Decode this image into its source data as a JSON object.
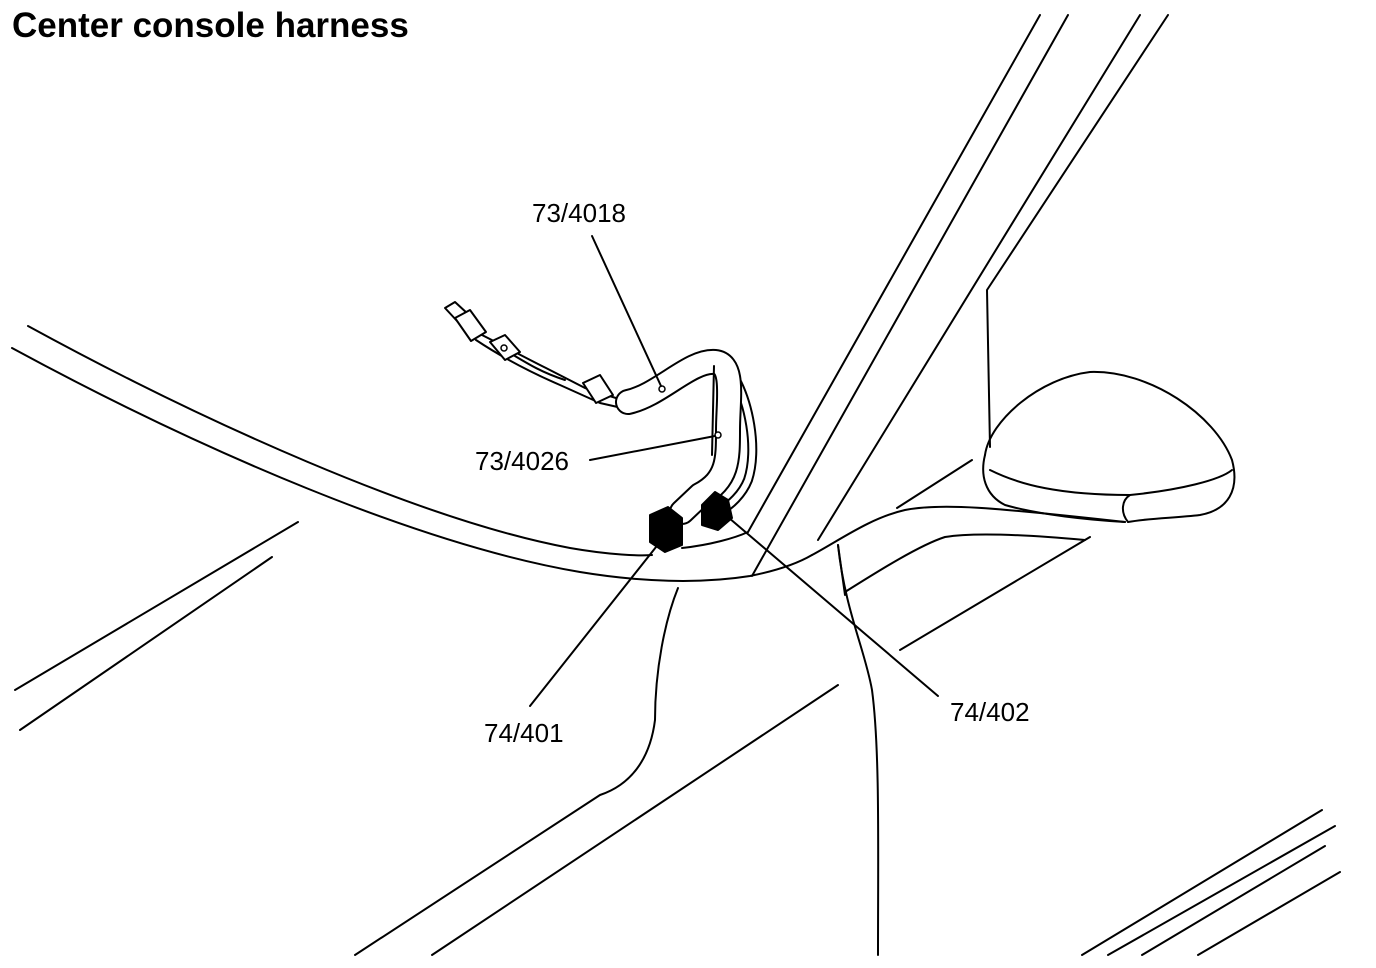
{
  "title": "Center console harness",
  "callouts": [
    {
      "label": "73/4018"
    },
    {
      "label": "73/4026"
    },
    {
      "label": "74/401"
    },
    {
      "label": "74/402"
    }
  ],
  "colors": {
    "line": "#000000",
    "background": "#ffffff"
  }
}
